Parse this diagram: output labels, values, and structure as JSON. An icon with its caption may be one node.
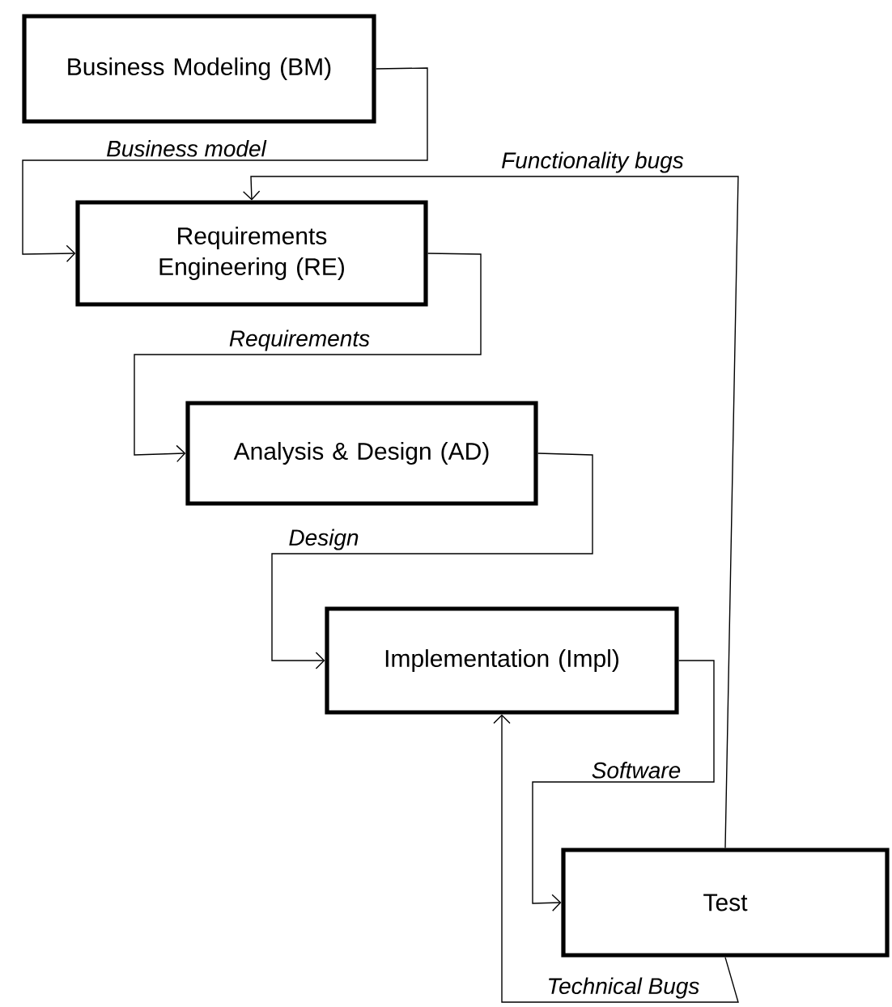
{
  "diagram": {
    "nodes": [
      {
        "text": [
          "Business Modeling (BM)"
        ]
      },
      {
        "text": [
          "Requirements Engineering (RE)"
        ]
      },
      {
        "text": [
          "Analysis & Design (AD)"
        ]
      },
      {
        "text": [
          "Implementation (Impl)"
        ]
      },
      {
        "text": [
          "Test"
        ]
      }
    ],
    "edges": [
      {
        "from": 0,
        "to": 1,
        "arrow": "to",
        "label": "Business model"
      },
      {
        "from": 1,
        "to": 2,
        "arrow": "to",
        "label": "Requirements"
      },
      {
        "from": 2,
        "to": 3,
        "arrow": "to",
        "label": "Design"
      },
      {
        "from": 3,
        "to": 4,
        "arrow": "to",
        "label": "Software"
      },
      {
        "from": 4,
        "to": 3,
        "arrow": "to",
        "label": "Technical Bugs"
      },
      {
        "from": 4,
        "to": 1,
        "arrow": "to",
        "label": "Functionality bugs"
      }
    ]
  }
}
